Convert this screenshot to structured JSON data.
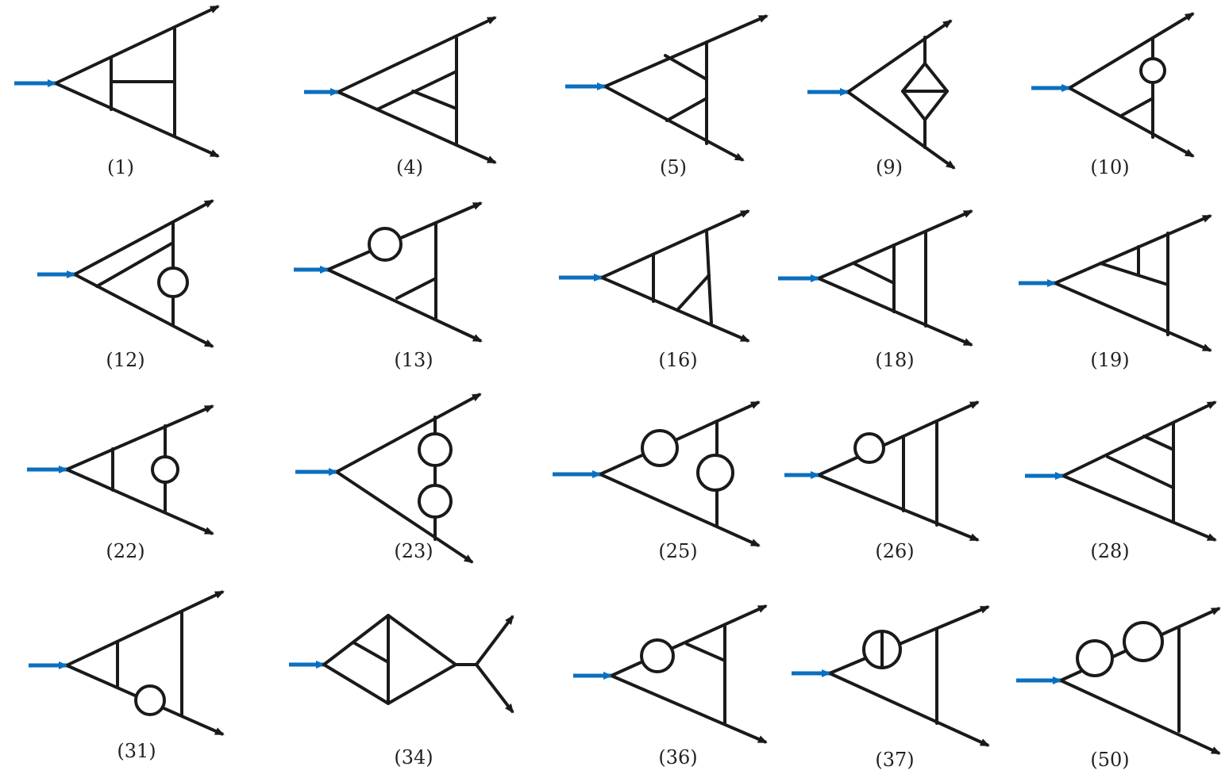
{
  "colors": {
    "line": "#1a1a1a",
    "incoming": "#0b6fbf",
    "background": "#ffffff"
  },
  "diagrams": [
    {
      "label": "(1)"
    },
    {
      "label": "(4)"
    },
    {
      "label": "(5)"
    },
    {
      "label": "(9)"
    },
    {
      "label": "(10)"
    },
    {
      "label": "(12)"
    },
    {
      "label": "(13)"
    },
    {
      "label": "(16)"
    },
    {
      "label": "(18)"
    },
    {
      "label": "(19)"
    },
    {
      "label": "(22)"
    },
    {
      "label": "(23)"
    },
    {
      "label": "(25)"
    },
    {
      "label": "(26)"
    },
    {
      "label": "(28)"
    },
    {
      "label": "(31)"
    },
    {
      "label": "(34)"
    },
    {
      "label": "(36)"
    },
    {
      "label": "(37)"
    },
    {
      "label": "(50)"
    }
  ]
}
